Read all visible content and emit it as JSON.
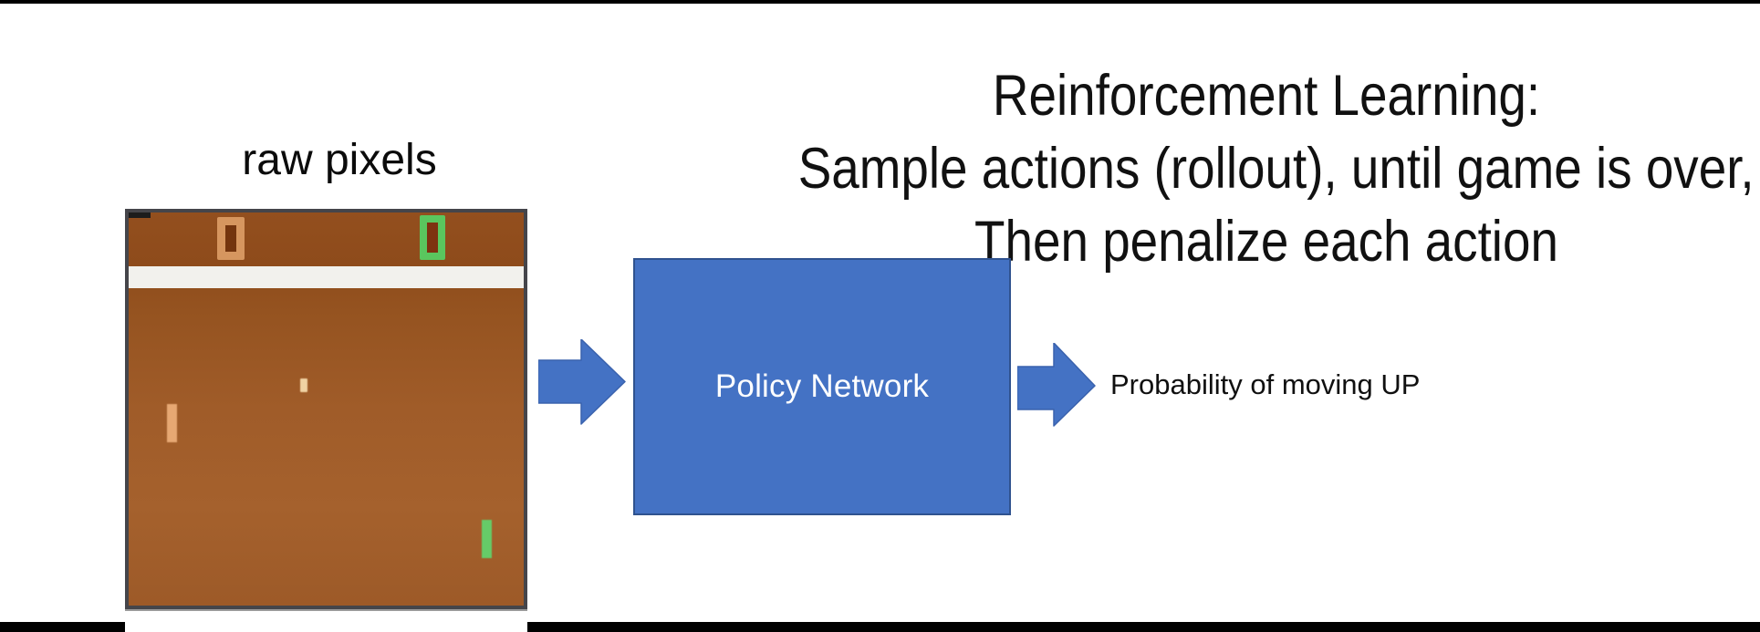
{
  "title": {
    "line1": "Reinforcement Learning:",
    "line2": "Sample actions (rollout), until game is over,",
    "line3": "Then penalize each action"
  },
  "labels": {
    "raw_pixels": "raw pixels",
    "policy_network": "Policy Network",
    "probability": "Probability of moving UP"
  },
  "game": {
    "name": "pong-screenshot",
    "left_score": "0",
    "right_score": "0",
    "elements": [
      "left-score",
      "right-score",
      "wall-band",
      "ball",
      "left-paddle",
      "right-paddle"
    ]
  },
  "colors": {
    "accent_blue": "#4472c4",
    "accent_blue_dark": "#2f528f",
    "arrow_stroke": "#3a62ad",
    "field_brown": "#9a5523",
    "score_orange": "#d6965f",
    "paddle_orange": "#e7a873",
    "accent_green": "#5ac65e",
    "paddle_green": "#66cb68",
    "ball_tan": "#f0d2a2",
    "white_band": "#f2f1ed",
    "border_gray": "#45454a",
    "letterbox_black": "#000000"
  }
}
